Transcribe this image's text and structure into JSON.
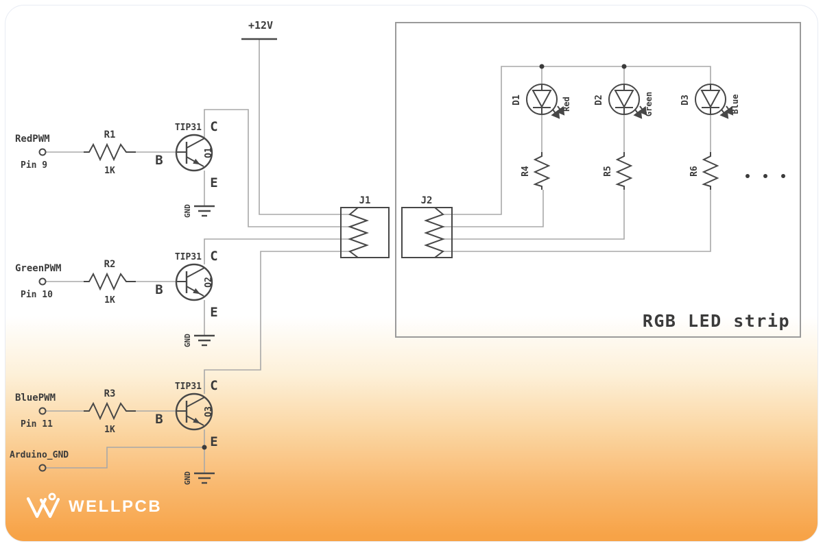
{
  "colors": {
    "accent_orange": "#f7a347",
    "wire_gray": "#a8a8a8",
    "ink": "#3b3b3b"
  },
  "power": {
    "label": "+12V"
  },
  "channels": [
    {
      "pwm_label": "RedPWM",
      "pin_label": "Pin 9",
      "resistor_ref": "R1",
      "resistor_value": "1K",
      "base_label": "B",
      "type_label": "TIP31",
      "ref": "Q1",
      "collector_label": "C",
      "emitter_label": "E",
      "gnd_label": "GND"
    },
    {
      "pwm_label": "GreenPWM",
      "pin_label": "Pin 10",
      "resistor_ref": "R2",
      "resistor_value": "1K",
      "base_label": "B",
      "type_label": "TIP31",
      "ref": "Q2",
      "collector_label": "C",
      "emitter_label": "E",
      "gnd_label": "GND"
    },
    {
      "pwm_label": "BluePWM",
      "pin_label": "Pin 11",
      "resistor_ref": "R3",
      "resistor_value": "1K",
      "base_label": "B",
      "type_label": "TIP31",
      "ref": "Q3",
      "collector_label": "C",
      "emitter_label": "E",
      "gnd_label": "GND"
    }
  ],
  "arduino": {
    "label": "Arduino_GND"
  },
  "connectors": [
    {
      "label": "J1"
    },
    {
      "label": "J2"
    }
  ],
  "led_strip": {
    "title": "RGB LED strip",
    "leds": [
      {
        "ref": "D1",
        "color_name": "Red",
        "resistor_ref": "R4"
      },
      {
        "ref": "D2",
        "color_name": "Green",
        "resistor_ref": "R5"
      },
      {
        "ref": "D3",
        "color_name": "Blue",
        "resistor_ref": "R6"
      }
    ]
  },
  "logo": {
    "text": "WELLPCB"
  }
}
